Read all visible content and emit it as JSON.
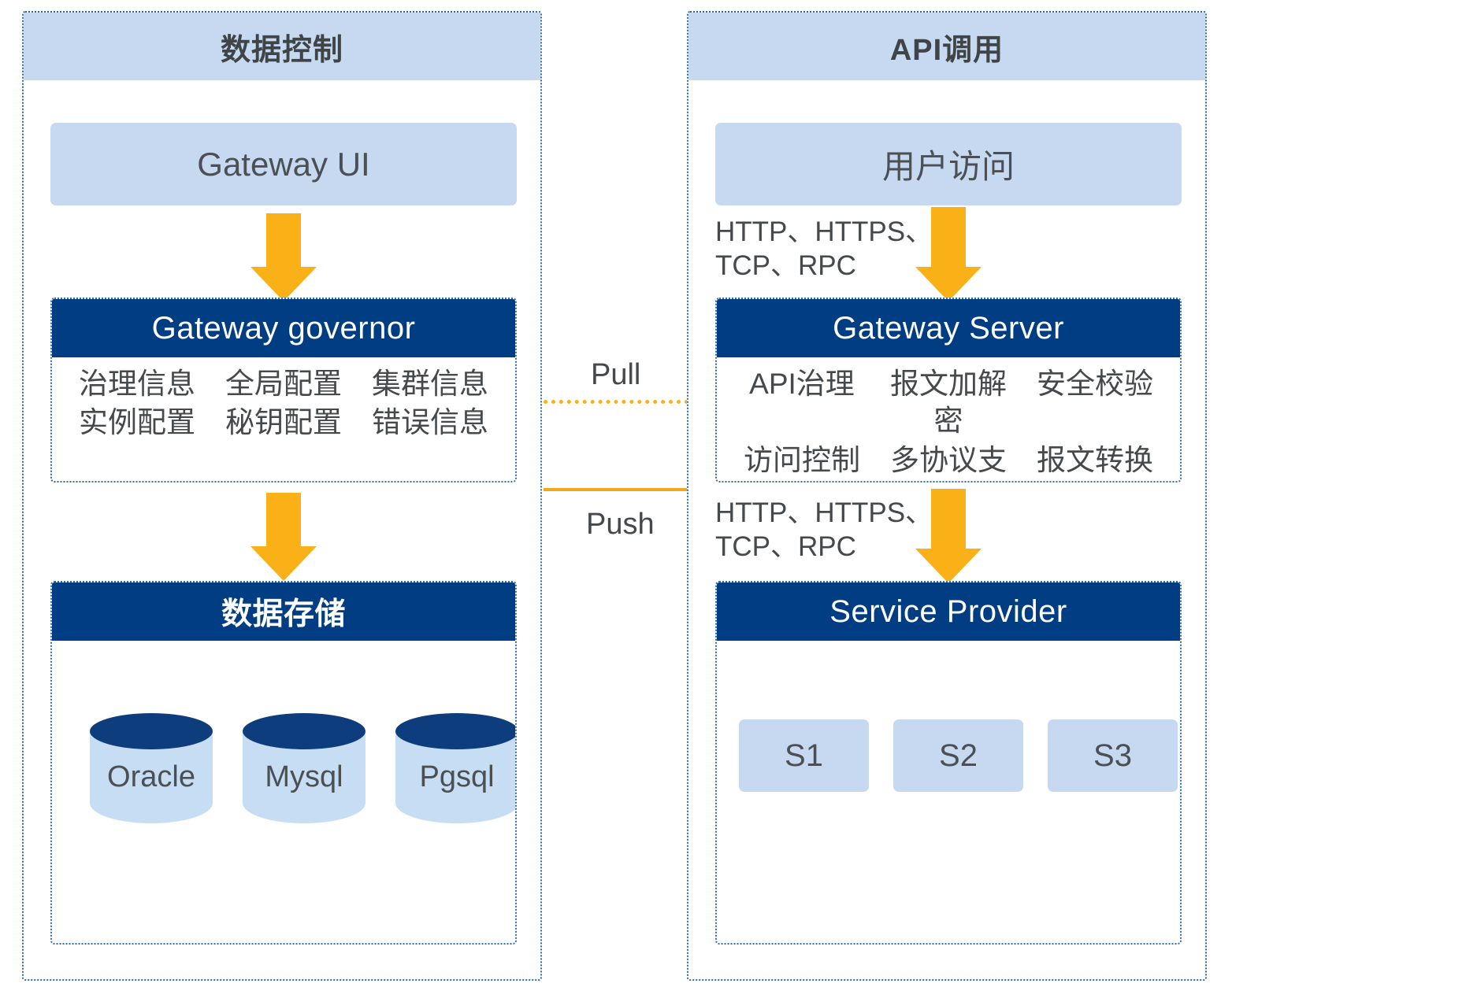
{
  "panels": {
    "left": {
      "title": "数据控制",
      "ui_box": "Gateway UI",
      "governor": {
        "title": "Gateway governor",
        "features": [
          "治理信息",
          "全局配置",
          "集群信息",
          "实例配置",
          "秘钥配置",
          "错误信息"
        ]
      },
      "storage": {
        "title": "数据存储",
        "databases": [
          "Oracle",
          "Mysql",
          "Pgsql"
        ]
      }
    },
    "right": {
      "title": "API调用",
      "user_box": "用户访问",
      "protocol_top": "HTTP、HTTPS、\nTCP、RPC",
      "protocol_top_line1": "HTTP、HTTPS、",
      "protocol_top_line2": "TCP、RPC",
      "gateway_server": {
        "title": "Gateway   Server",
        "features": [
          "API治理",
          "报文加解密",
          "安全校验",
          "访问控制",
          "多协议支持",
          "报文转换"
        ]
      },
      "protocol_bottom_line1": "HTTP、HTTPS、",
      "protocol_bottom_line2": "TCP、RPC",
      "service_provider": {
        "title": "Service Provider",
        "services": [
          "S1",
          "S2",
          "S3"
        ]
      }
    }
  },
  "connectors": {
    "pull": "Pull",
    "push": "Push"
  },
  "colors": {
    "header_blue": "#c6d9f1",
    "navy": "#013d82",
    "orange": "#fab017",
    "border_blue": "#2e6ca4",
    "text_gray": "#45494c"
  }
}
